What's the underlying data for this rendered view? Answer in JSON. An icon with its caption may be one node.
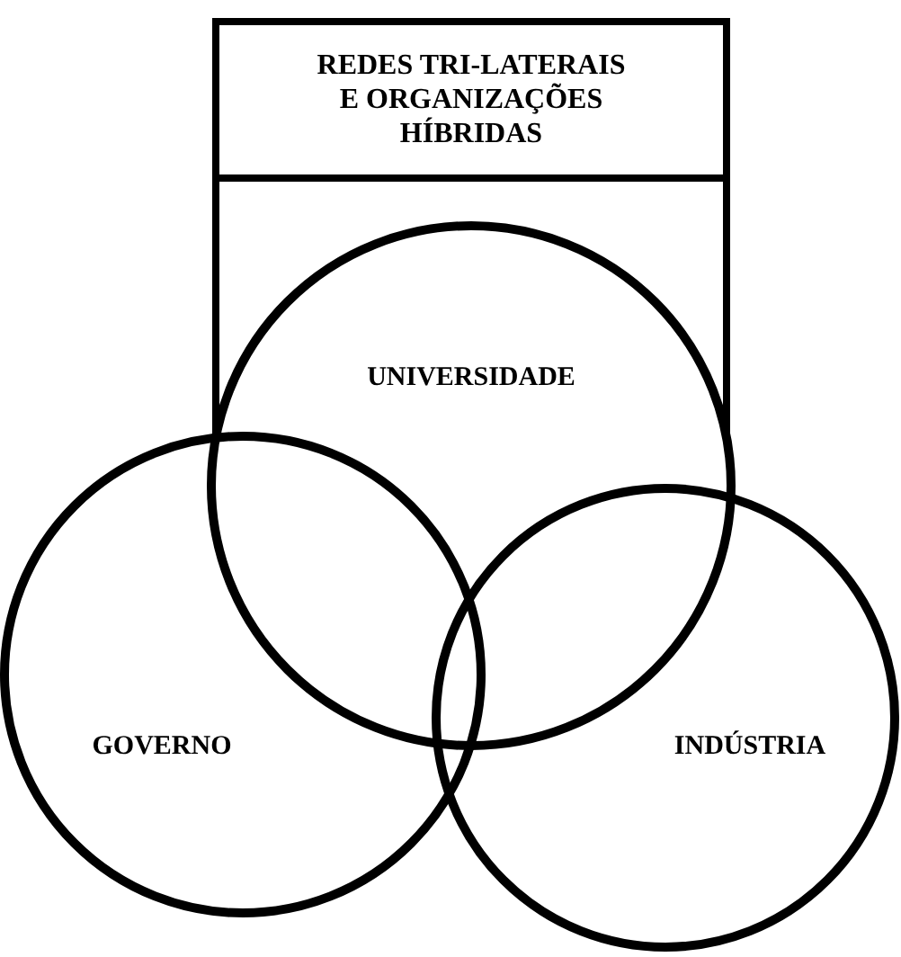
{
  "diagram": {
    "nodes": [
      {
        "text": [
          "REDES TRI-LATERAIS E ORGANIZAÇÕES HÍBRIDAS"
        ]
      },
      {
        "text": [
          "UNIVERSIDADE"
        ]
      },
      {
        "text": [
          "GOVERNO"
        ]
      },
      {
        "text": [
          "INDÚSTRIA"
        ]
      }
    ]
  }
}
